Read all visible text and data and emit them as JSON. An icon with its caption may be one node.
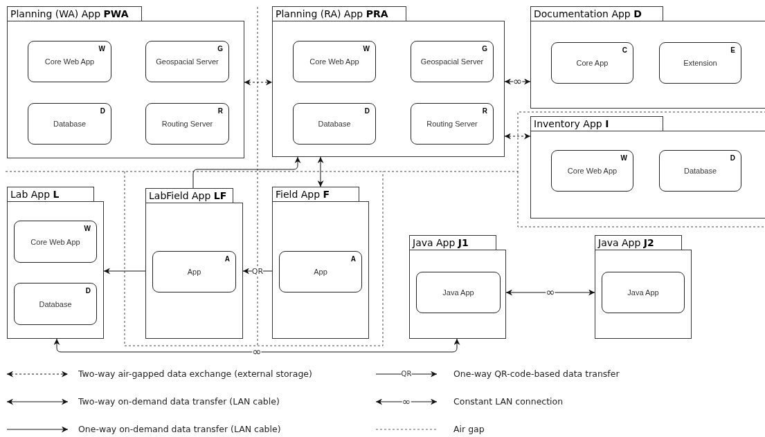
{
  "diagram": {
    "nodes": [
      {
        "text": [
          "Planning (WA) App **PWA**"
        ]
      },
      {
        "text": [
          "W",
          "Core Web App"
        ],
        "in": 0
      },
      {
        "text": [
          "G",
          "Geospacial Server"
        ],
        "in": 0
      },
      {
        "text": [
          "D",
          "Database"
        ],
        "in": 0
      },
      {
        "text": [
          "R",
          "Routing Server"
        ],
        "in": 0
      },
      {
        "text": [
          "Planning (RA) App **PRA**"
        ]
      },
      {
        "text": [
          "W",
          "Core Web App"
        ],
        "in": 5
      },
      {
        "text": [
          "G",
          "Geospacial Server"
        ],
        "in": 5
      },
      {
        "text": [
          "D",
          "Database"
        ],
        "in": 5
      },
      {
        "text": [
          "R",
          "Routing Server"
        ],
        "in": 5
      },
      {
        "text": [
          "Documentation App **D**"
        ]
      },
      {
        "text": [
          "C",
          "Core App"
        ],
        "in": 10
      },
      {
        "text": [
          "E",
          "Extension"
        ],
        "in": 10
      },
      {
        "text": [
          "Inventory App **I**"
        ]
      },
      {
        "text": [
          "W",
          "Core Web App"
        ],
        "in": 13
      },
      {
        "text": [
          "D",
          "Database"
        ],
        "in": 13
      },
      {
        "text": [
          "Lab App **L**"
        ]
      },
      {
        "text": [
          "W",
          "Core Web App"
        ],
        "in": 16
      },
      {
        "text": [
          "D",
          "Database"
        ],
        "in": 16
      },
      {
        "text": [
          "LabField App **LF**"
        ]
      },
      {
        "text": [
          "A",
          "App"
        ],
        "in": 19
      },
      {
        "text": [
          "Field App **F**"
        ]
      },
      {
        "text": [
          "A",
          "App"
        ],
        "in": 21
      },
      {
        "text": [
          "Java App **J1**"
        ]
      },
      {
        "text": [
          "Java App"
        ],
        "in": 23
      },
      {
        "text": [
          "Java App **J2**"
        ]
      },
      {
        "text": [
          "Java App"
        ],
        "in": 25
      }
    ],
    "edges": [
      {
        "from": 0,
        "to": 5,
        "arrow": "both",
        "style": "dashed"
      },
      {
        "from": 5,
        "to": 10,
        "arrow": "both",
        "label": "∞"
      },
      {
        "from": 5,
        "to": 13,
        "arrow": "both",
        "style": "dashed"
      },
      {
        "from": 19,
        "to": 5,
        "arrow": "to"
      },
      {
        "from": 5,
        "to": 21,
        "arrow": "both"
      },
      {
        "from": 19,
        "to": 16,
        "arrow": "to"
      },
      {
        "from": 21,
        "to": 19,
        "arrow": "to",
        "label": "QR"
      },
      {
        "from": 16,
        "to": 23,
        "arrow": "both",
        "label": "∞"
      },
      {
        "from": 23,
        "to": 25,
        "arrow": "both",
        "label": "∞"
      }
    ],
    "labels": [
      "QR",
      "∞"
    ],
    "legend": [
      {
        "text": "Two-way air-gapped data exchange (external storage)"
      },
      {
        "text": "One-way QR-code-based data transfer"
      },
      {
        "text": "Two-way on-demand data transfer (LAN cable)"
      },
      {
        "text": "Constant LAN connection"
      },
      {
        "text": "One-way on-demand data transfer (LAN cable)"
      },
      {
        "text": "Air gap"
      }
    ]
  }
}
